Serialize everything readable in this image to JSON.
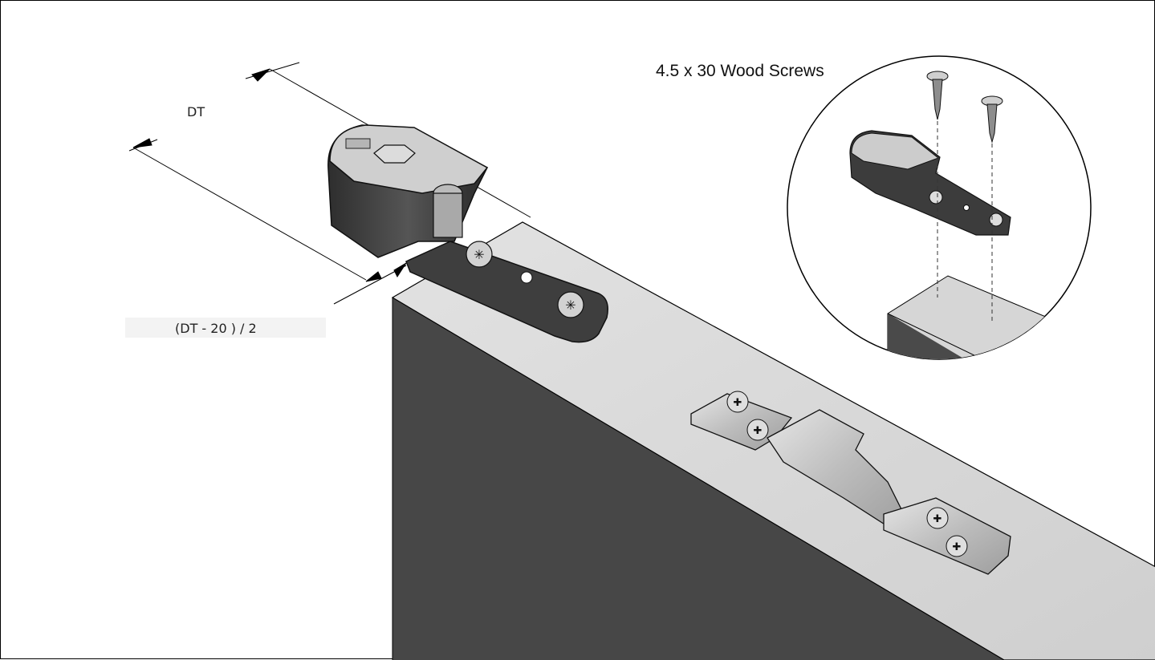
{
  "labels": {
    "dt": "DT",
    "offset": "(DT - 20 ) / 2",
    "screws": "4.5 x 30 Wood Screws"
  },
  "colors": {
    "door_face": "#474747",
    "door_top": "#d6d6d6",
    "fitting_dark": "#3a3a3a",
    "bracket_metal": "#c9c9c9",
    "line": "#000000"
  }
}
